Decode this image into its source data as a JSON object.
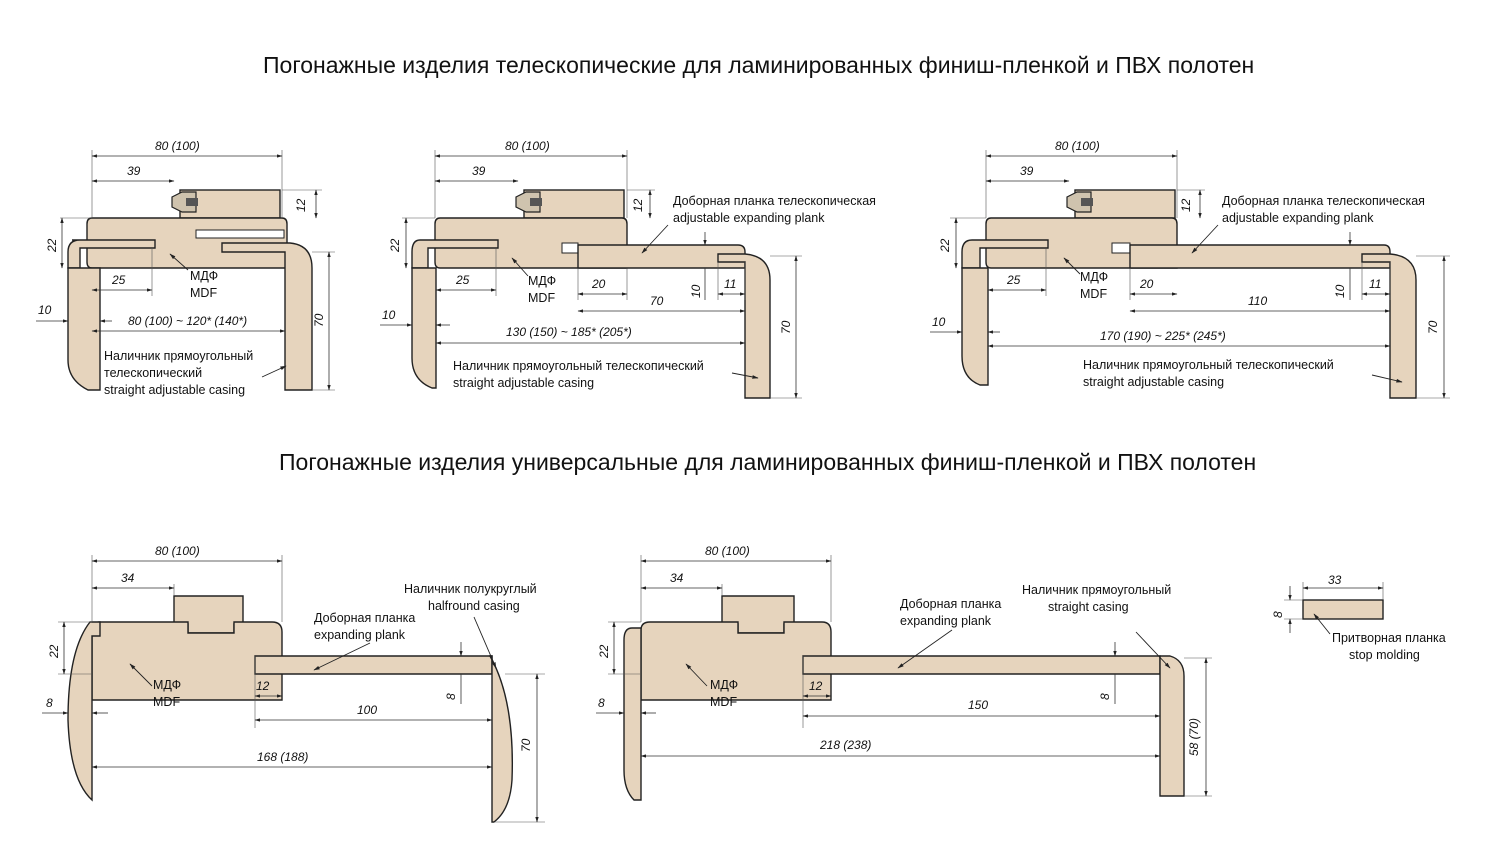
{
  "titles": {
    "telescopic": "Погонажные изделия телескопические для ламинированных финиш-пленкой и ПВХ полотен",
    "universal": "Погонажные изделия универсальные для ламинированных финиш-пленкой и ПВХ полотен"
  },
  "labels": {
    "mdf_ru": "МДФ",
    "mdf_en": "MDF",
    "plank_tele_ru": "Доборная планка телескопическая",
    "plank_tele_en": "adjustable expanding plank",
    "casing_rect_ru": "Наличник прямоугольный",
    "casing_tele_ru": "телескопический",
    "casing_tele_en": "straight adjustable casing",
    "casing_rect_tele_ru": "Наличник прямоугольный телескопический",
    "plank_ru": "Доборная планка",
    "plank_en": "expanding plank",
    "halfround_ru": "Наличник полукруглый",
    "halfround_en": "halfround casing",
    "straight_en": "straight casing",
    "stop_ru": "Притворная планка",
    "stop_en": "stop molding"
  },
  "dims": {
    "d1": {
      "w80": "80 (100)",
      "w39": "39",
      "h12": "12",
      "h22": "22",
      "w25": "25",
      "t10": "10",
      "span": "80 (100) ~ 120* (140*)",
      "h70": "70"
    },
    "d2": {
      "w80": "80 (100)",
      "w39": "39",
      "h12": "12",
      "h22": "22",
      "w25": "25",
      "w20": "20",
      "w70": "70",
      "h10": "10",
      "w11": "11",
      "t10": "10",
      "span": "130 (150) ~ 185* (205*)",
      "h70": "70"
    },
    "d3": {
      "w80": "80 (100)",
      "w39": "39",
      "h12": "12",
      "h22": "22",
      "w25": "25",
      "w20": "20",
      "w110": "110",
      "h10": "10",
      "w11": "11",
      "t10": "10",
      "span": "170 (190) ~ 225* (245*)",
      "h70": "70"
    },
    "d4": {
      "w80": "80 (100)",
      "w34": "34",
      "h22": "22",
      "t8": "8",
      "w12": "12",
      "h8": "8",
      "w100": "100",
      "span": "168 (188)",
      "h70": "70"
    },
    "d5": {
      "w80": "80 (100)",
      "w34": "34",
      "h22": "22",
      "t8": "8",
      "w12": "12",
      "h8": "8",
      "w150": "150",
      "span": "218 (238)",
      "h58": "58 (70)"
    },
    "d6": {
      "w33": "33",
      "h8": "8"
    }
  },
  "colors": {
    "mdf": "#e6d4bd",
    "line": "#222222"
  }
}
